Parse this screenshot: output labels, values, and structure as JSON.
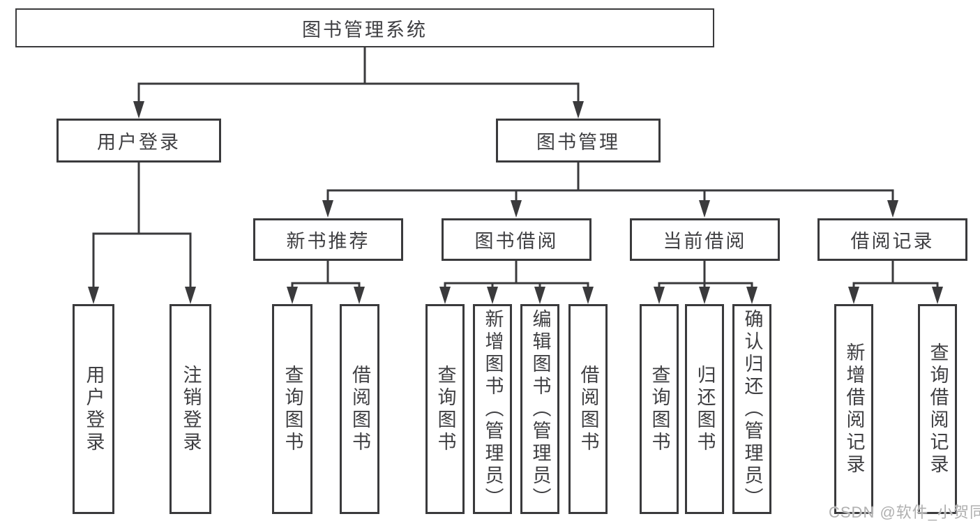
{
  "tree": {
    "root": {
      "label": "图书管理系统",
      "children": [
        {
          "label": "用户登录",
          "children": [
            {
              "label": "用户登录"
            },
            {
              "label": "注销登录"
            }
          ]
        },
        {
          "label": "图书管理",
          "children": [
            {
              "label": "新书推荐",
              "children": [
                {
                  "label": "查询图书"
                },
                {
                  "label": "借阅图书"
                }
              ]
            },
            {
              "label": "图书借阅",
              "children": [
                {
                  "label": "查询图书"
                },
                {
                  "label": "新增图书（管理员）"
                },
                {
                  "label": "编辑图书（管理员）"
                },
                {
                  "label": "借阅图书"
                }
              ]
            },
            {
              "label": "当前借阅",
              "children": [
                {
                  "label": "查询图书"
                },
                {
                  "label": "归还图书"
                },
                {
                  "label": "确认归还（管理员）"
                }
              ]
            },
            {
              "label": "借阅记录",
              "children": [
                {
                  "label": "新增借阅记录"
                },
                {
                  "label": "查询借阅记录"
                }
              ]
            }
          ]
        }
      ]
    }
  },
  "watermark": {
    "text": "CSDN @软件_小贺同学"
  },
  "colors": {
    "line": "#3a3a3c",
    "text": "#3f3f42",
    "box_background": "#ffffff",
    "page_background": "#ffffff",
    "watermark": "#b0b0b0"
  }
}
